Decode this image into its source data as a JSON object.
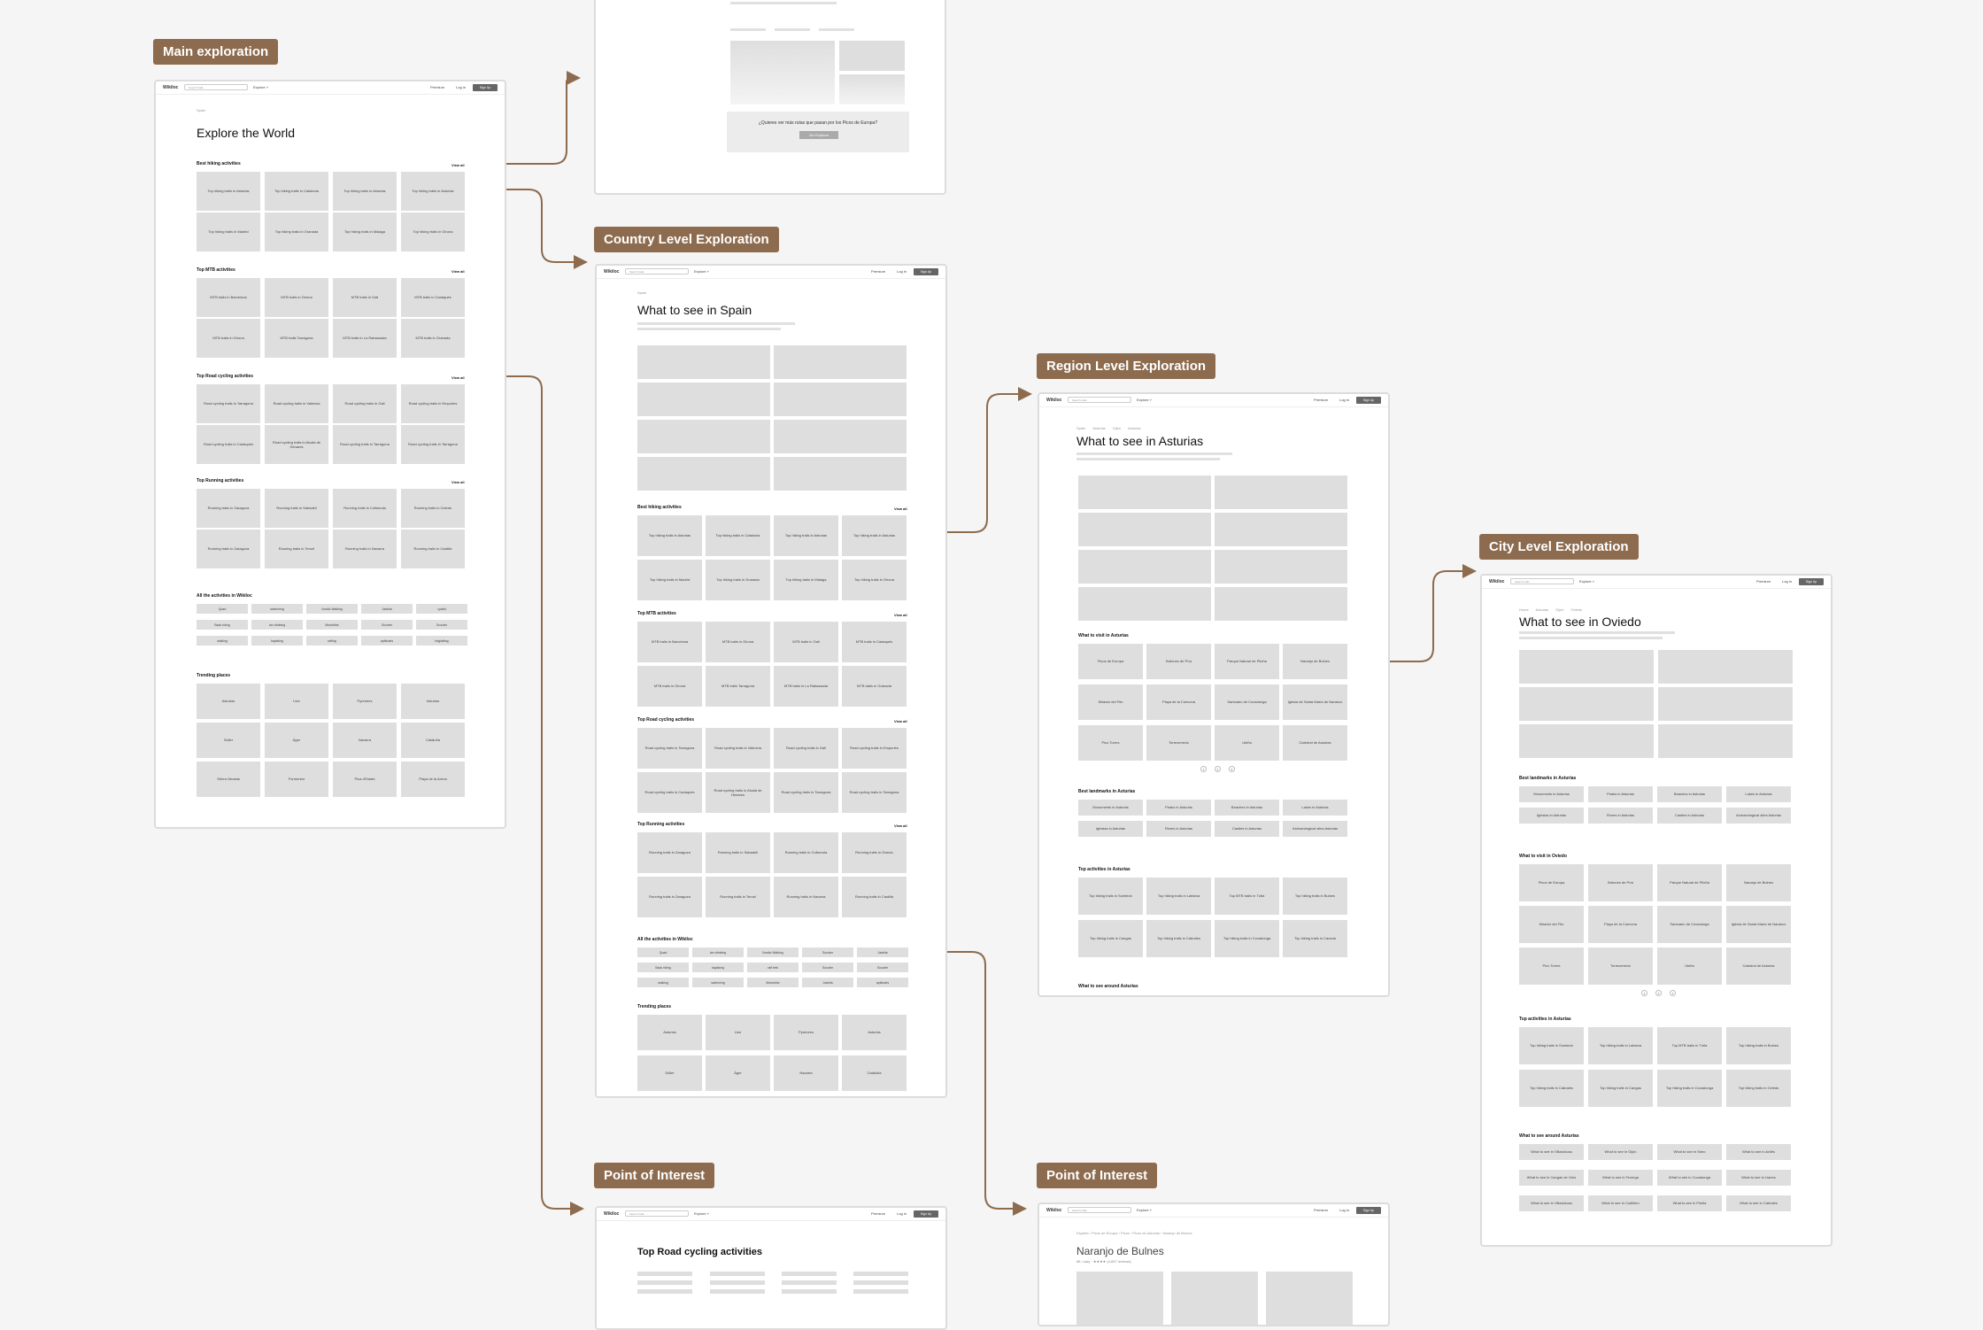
{
  "labels": {
    "main": "Main exploration",
    "country": "Country Level Exploration",
    "region": "Region Level Exploration",
    "city": "City Level Exploration",
    "poi1": "Point of Interest",
    "poi2": "Point of Interest"
  },
  "nav": {
    "logo": "Wikiloc",
    "search": "Search trails",
    "explore": "Explore ˅",
    "promo": "Premium",
    "login": "Log in",
    "signup": "Sign Up"
  },
  "common": {
    "view_all": "View all"
  },
  "main": {
    "crumb": "Spain",
    "title": "Explore the World",
    "hiking_title": "Best hiking activities",
    "hiking": [
      "Top hiking trails in Asturias",
      "Top hiking trails in Catalonia",
      "Top hiking trails in Asturias",
      "Top hiking trails in Asturias",
      "Top hiking trails in Madrid",
      "Top hiking trails in Granada",
      "Top hiking trails in Málaga",
      "Top hiking trails in Girona"
    ],
    "mtb_title": "Top MTB activities",
    "mtb": [
      "MTB trails in Barcelona",
      "MTB trails in Girona",
      "MTB trails in Gali",
      "MTB trails in Cadaqués",
      "MTB trails in Girona",
      "MTB trails Tarragona",
      "MTB trails in La Rabassada",
      "MTB trails in Granada"
    ],
    "road_title": "Top Road cycling activities",
    "road": [
      "Road cycling trails in Tarragona",
      "Road cycling trails in Valencia",
      "Road cycling trails in Gali",
      "Road cycling trails in Empuries",
      "Road cycling trails in Cadaqués",
      "Road cycling trails in Alcalá de Henares",
      "Road cycling trails in Tarragona",
      "Road cycling trails in Tarragona"
    ],
    "run_title": "Top Running activities",
    "run": [
      "Running trails in Zaragoza",
      "Running trails in Sabadell",
      "Running trails in Collserola",
      "Running trails in Oviedo",
      "Running trails in Zaragoza",
      "Running trails in Teruel",
      "Running trails in Navarra",
      "Running trails in Castilla"
    ],
    "all_title": "All the activities in Wikiloc",
    "chips": [
      "Quad",
      "swimming",
      "Nordic Walking",
      "Jadelia",
      "cyclist",
      "Back riding",
      "ice climbing",
      "Motorbike",
      "Scooter",
      "Scooter",
      "walking",
      "kayaking",
      "rafting",
      "aptitudes",
      "bdglatting"
    ],
    "trend_title": "Trending places",
    "trend": [
      "Asturias",
      "Lleó",
      "Pyrenees",
      "Asturias",
      "Sóller",
      "Àger",
      "Navarra",
      "Cataluña",
      "Sierra Nevada",
      "Formentor",
      "Pica d'Estats",
      "Playa de la Arena"
    ]
  },
  "top_frag": {
    "question": "¿Quieres ver más rutas que pasan por los Picos de Europa?",
    "button": "Ver Explorar"
  },
  "country": {
    "crumb": "Spain",
    "title": "What to see in Spain",
    "hiking_title": "Best hiking activities",
    "hiking": [
      "Top hiking trails in Asturias",
      "Top hiking trails in Catalonia",
      "Top hiking trails in Asturias",
      "Top hiking trails in Asturias",
      "Top hiking trails in Madrid",
      "Top hiking trails in Granada",
      "Top hiking trails in Málaga",
      "Top hiking trails in Girona"
    ],
    "mtb_title": "Top MTB activities",
    "mtb": [
      "MTB trails in Barcelona",
      "MTB trails in Girona",
      "MTB trails in Gali",
      "MTB trails in Cadaqués",
      "MTB trails in Girona",
      "MTB trails Tarragona",
      "MTB trails in La Rabassada",
      "MTB trails in Granada"
    ],
    "road_title": "Top Road cycling activities",
    "road": [
      "Road cycling trails in Tarragona",
      "Road cycling trails in Valencia",
      "Road cycling trails in Gali",
      "Road cycling trails in Empuries",
      "Road cycling trails in Cadaqués",
      "Road cycling trails in Alcalá de Henares",
      "Road cycling trails in Tarragona",
      "Road cycling trails in Tarragona"
    ],
    "run_title": "Top Running activities",
    "run": [
      "Running trails in Zaragoza",
      "Running trails in Sabadell",
      "Running trails in Collserola",
      "Running trails in Oviedo",
      "Running trails in Zaragoza",
      "Running trails in Teruel",
      "Running trails in Navarra",
      "Running trails in Castilla"
    ],
    "all_title": "All the activities in Wikiloc",
    "chips": [
      "Quad",
      "ice climbing",
      "Nordic Walking",
      "Scooter",
      "Jadelia",
      "Back riding",
      "kayaking",
      "raft trek",
      "Scooter",
      "Scooter",
      "walking",
      "swimming",
      "Motorbike",
      "Jadelia",
      "aptitudes"
    ],
    "trend_title": "Trending places",
    "trend": [
      "Asturias",
      "Lleó",
      "Pyrenees",
      "Asturias",
      "Sóller",
      "Àger",
      "Navarra",
      "Cataluña"
    ]
  },
  "region": {
    "crumbs": [
      "Spain",
      "Asturias",
      "Gijón",
      "Asturias"
    ],
    "title": "What to see in Asturias",
    "visit_title": "What to visit in Asturias",
    "visit": [
      "Picos de Europa",
      "Bufones de Pría",
      "Parque Natural de Piloña",
      "Naranjo de Bulnes",
      "Mirador del Fito",
      "Playa de la Cuevona",
      "Santuario de Covadonga",
      "Iglesia de Santa María de Naranco",
      "Pico Torres",
      "Torrecerredo",
      "Ubiña",
      "Catedral de Asturias"
    ],
    "pages": [
      "1",
      "2",
      "3"
    ],
    "landmarks_title": "Best landmarks in Asturias",
    "landmarks": [
      "Monuments in Asturias",
      "Peaks in Asturias",
      "Beaches in Asturias",
      "Lakes in Asturias",
      "Iglesias in Asturias",
      "Rivers in Asturias",
      "Castles in Asturias",
      "Archaeological sites Asturias"
    ],
    "top_title": "Top activities in Asturias",
    "top": [
      "Top hiking trails in Somiedo",
      "Top hiking trails in Labiana",
      "Top MTB trails in Tuña",
      "Top hiking trails in Bulnes",
      "Top hiking trails in Cangas",
      "Top hiking trails in Cabrales",
      "Top hiking trails in Covadonga",
      "Top hiking trails in Caravia"
    ],
    "around_title": "What to see around Asturias"
  },
  "city": {
    "crumbs": [
      "Home",
      "Asturias",
      "Gijón",
      "Oviedo"
    ],
    "title": "What to see in Oviedo",
    "landmarks_title": "Best landmarks in Asturias",
    "landmarks": [
      "Monuments in Asturias",
      "Peaks in Asturias",
      "Beaches in Asturias",
      "Lakes in Asturias",
      "Iglesias in Asturias",
      "Rivers in Asturias",
      "Castles in Asturias",
      "Archaeological sites Asturias"
    ],
    "visit_title": "What to visit in Oviedo",
    "visit": [
      "Picos de Europa",
      "Bufones de Pría",
      "Parque Natural de Piloña",
      "Naranjo de Bulnes",
      "Mirador del Fito",
      "Playa de la Cuevona",
      "Santuario de Covadonga",
      "Iglesia de Santa María de Naranco",
      "Pico Torres",
      "Torrecerredo",
      "Ubiña",
      "Catedral de Asturias"
    ],
    "pages": [
      "1",
      "2",
      "3"
    ],
    "top_title": "Top activities in Asturias",
    "top": [
      "Top hiking trails in Somiedo",
      "Top hiking trails in Labiana",
      "Top MTB trails in Tuña",
      "Top hiking trails in Bulnes",
      "Top hiking trails in Cabrales",
      "Top hiking trails in Cangas",
      "Top hiking trails in Covadonga",
      "Top hiking trails in Oviedo"
    ],
    "around_title": "What to see around Asturias",
    "around": [
      "What to see in Villaviciosa",
      "What to see in Gijón",
      "What to see in Siero",
      "What to see in Avilés",
      "What to see in Cangas de Onís",
      "What to see in Teverga",
      "What to see in Covadonga",
      "What to see in Llanes",
      "What to see in Villaviciosa",
      "What to see in Cudillero",
      "What to see in Piloña",
      "What to see in Cabrales"
    ]
  },
  "poi1": {
    "title": "Top Road cycling activities"
  },
  "poi2": {
    "crumbs": "España  ›  Picos de Europa  ›  Picos  ›  Picos de Asturias  ›  Naranjo de Bulnes",
    "title": "Naranjo de Bulnes",
    "meta": "Mt. Lady  ·  ★★★★  (4,657 reviews)"
  }
}
